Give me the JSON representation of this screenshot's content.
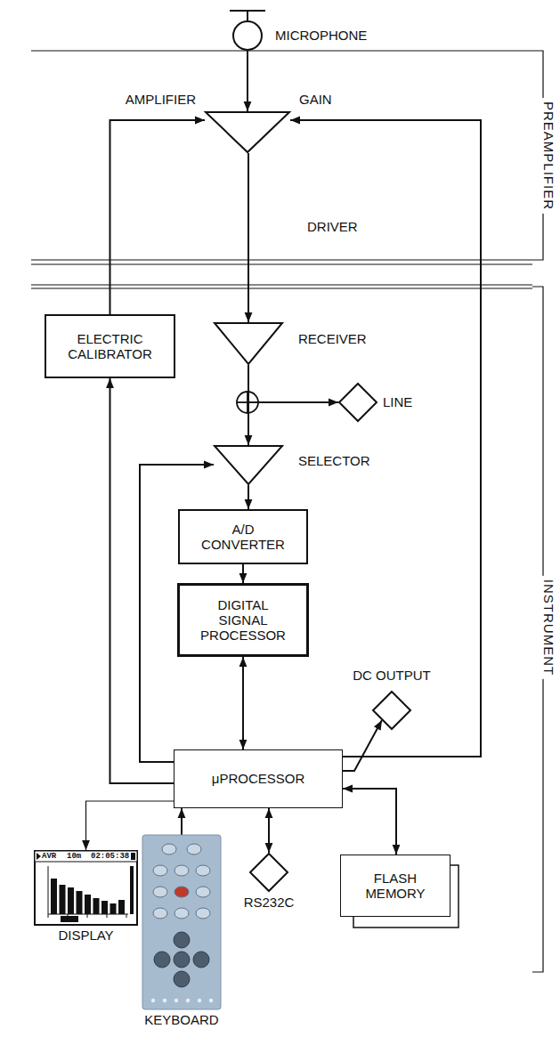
{
  "diagram": {
    "nodes": [
      {
        "text": [
          "MICROPHONE"
        ]
      },
      {
        "text": [
          "AMPLIFIER",
          "GAIN"
        ]
      },
      {
        "text": [
          "ELECTRIC CALIBRATOR"
        ]
      },
      {
        "text": [
          "RECEIVER"
        ]
      },
      {
        "text": [
          "LINE"
        ]
      },
      {
        "text": [
          "SELECTOR"
        ]
      },
      {
        "text": [
          "A/D CONVERTER"
        ]
      },
      {
        "text": [
          "DIGITAL SIGNAL PROCESSOR"
        ]
      },
      {
        "text": [
          "DC OUTPUT"
        ]
      },
      {
        "text": [
          "μPROCESSOR"
        ]
      },
      {
        "text": [
          "DISPLAY"
        ]
      },
      {
        "text": [
          "KEYBOARD"
        ]
      },
      {
        "text": [
          "RS232C"
        ]
      },
      {
        "text": [
          "FLASH MEMORY"
        ]
      }
    ],
    "edges": [
      {
        "from": 0,
        "to": 1,
        "arrow": "to"
      },
      {
        "from": 1,
        "to": 3,
        "arrow": "to"
      },
      {
        "from": 3,
        "to": 4,
        "arrow": "to"
      },
      {
        "from": 3,
        "to": 5,
        "arrow": "to"
      },
      {
        "from": 5,
        "to": 6,
        "arrow": "to"
      },
      {
        "from": 6,
        "to": 7,
        "arrow": "to"
      },
      {
        "from": 7,
        "to": 9,
        "arrow": "both"
      },
      {
        "from": 9,
        "to": 2,
        "arrow": "to"
      },
      {
        "from": 2,
        "to": 1,
        "arrow": "to"
      },
      {
        "from": 9,
        "to": 1,
        "arrow": "to"
      },
      {
        "from": 9,
        "to": 5,
        "arrow": "to"
      },
      {
        "from": 9,
        "to": 8,
        "arrow": "to"
      },
      {
        "from": 9,
        "to": 10,
        "arrow": "to"
      },
      {
        "from": 11,
        "to": 9,
        "arrow": "to"
      },
      {
        "from": 9,
        "to": 12,
        "arrow": "both"
      },
      {
        "from": 9,
        "to": 13,
        "arrow": "both"
      }
    ],
    "labels": [
      "DRIVER",
      "PREAMPLIFIER",
      "INSTRUMENT",
      "AVR",
      "10m",
      "02:05:38"
    ]
  }
}
